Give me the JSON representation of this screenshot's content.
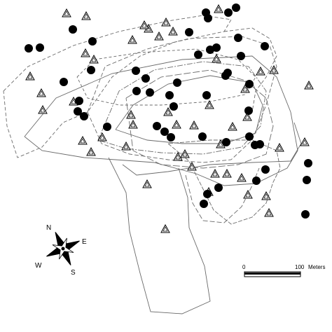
{
  "compass": {
    "n": "N",
    "e": "E",
    "s": "S",
    "w": "W"
  },
  "scale_bar": {
    "start": "0",
    "end": "100",
    "unit": "Meters"
  },
  "colors": {
    "ink": "#000000",
    "paper": "#ffffff",
    "outline": "#6a6a6a"
  },
  "legend": {},
  "symbols": {
    "filled": "filled-circle",
    "open": "open-triangle"
  }
}
